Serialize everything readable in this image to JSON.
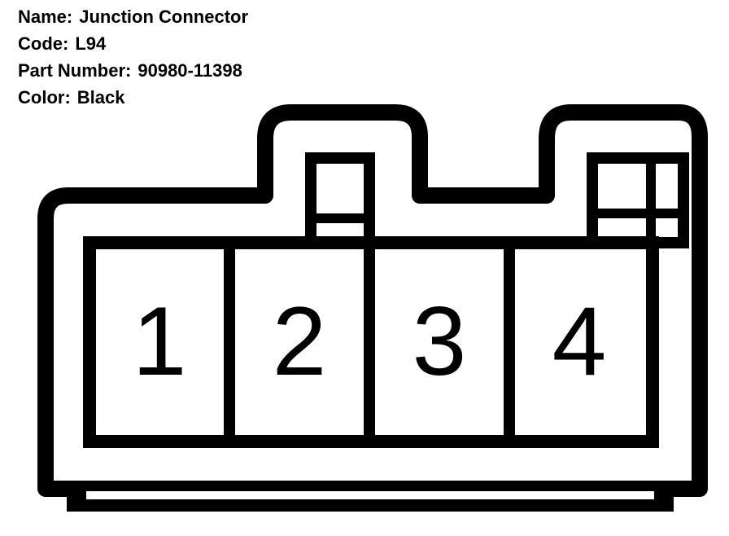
{
  "connector": {
    "name_label": "Name:",
    "name_value": "Junction Connector",
    "code_label": "Code:",
    "code_value": "L94",
    "part_number_label": "Part Number:",
    "part_number_value": "90980-11398",
    "color_label": "Color:",
    "color_value": "Black"
  },
  "pins": [
    {
      "number": "1"
    },
    {
      "number": "2"
    },
    {
      "number": "3"
    },
    {
      "number": "4"
    }
  ],
  "colors": {
    "ink": "#000000",
    "background": "#ffffff"
  }
}
